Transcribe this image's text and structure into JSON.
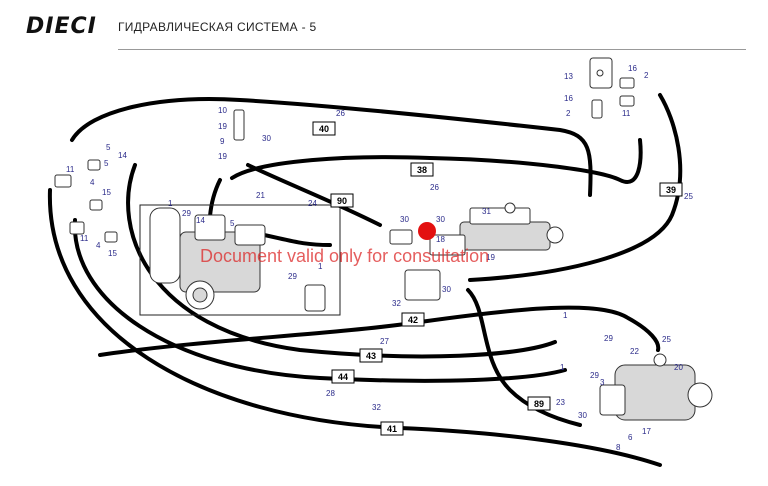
{
  "header": {
    "logo": "DIECI",
    "title": "ГИДРАВЛИЧЕСКАЯ СИСТЕМА - 5"
  },
  "watermark": "Document valid only for consultation",
  "colors": {
    "hose": "#000000",
    "callout": "#2b2b8a",
    "watermark": "#dc2828",
    "marker": "#e31010"
  },
  "tags": [
    "40",
    "38",
    "90",
    "39",
    "42",
    "43",
    "44",
    "41",
    "89"
  ],
  "callouts": [
    "26",
    "26",
    "24",
    "25",
    "32",
    "27",
    "28",
    "32",
    "23",
    "10",
    "19",
    "9",
    "19",
    "30",
    "21",
    "14",
    "5",
    "11",
    "5",
    "4",
    "15",
    "11",
    "4",
    "15",
    "1",
    "29",
    "14",
    "5",
    "1",
    "29",
    "13",
    "16",
    "2",
    "16",
    "2",
    "11",
    "30",
    "18",
    "31",
    "19",
    "30",
    "1",
    "29",
    "22",
    "25",
    "20",
    "1",
    "29",
    "3",
    "30",
    "8",
    "6",
    "17",
    "30"
  ]
}
